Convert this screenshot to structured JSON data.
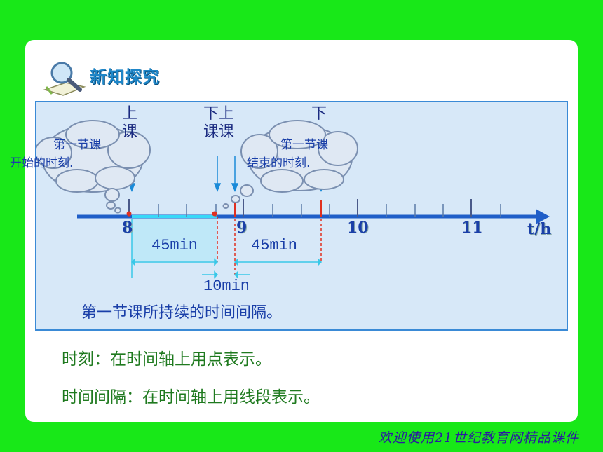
{
  "header": {
    "title": "新知探究",
    "icon": "magnifier-book-icon"
  },
  "clouds": {
    "start": [
      "第一节课",
      "开始的时刻."
    ],
    "end": [
      "第一节课",
      "结束的时刻."
    ]
  },
  "labels": {
    "shangke_left": "上\n课",
    "xia_shang": "下上",
    "ke_ke": "课课",
    "xia_right": "下"
  },
  "axis": {
    "ticks": [
      "8",
      "9",
      "10",
      "11"
    ],
    "unit": "t/h"
  },
  "intervals": {
    "first": "45min",
    "second": "45min",
    "break": "10min"
  },
  "caption": "第一节课所持续的时间间隔。",
  "definitions": {
    "moment": "时刻：在时间轴上用点表示。",
    "interval": "时间间隔：在时间轴上用线段表示。"
  },
  "footer": "欢迎使用21世纪教育网精品课件",
  "colors": {
    "background": "#18e818",
    "axis": "#1f5ec8",
    "accent_red": "#e03020"
  }
}
